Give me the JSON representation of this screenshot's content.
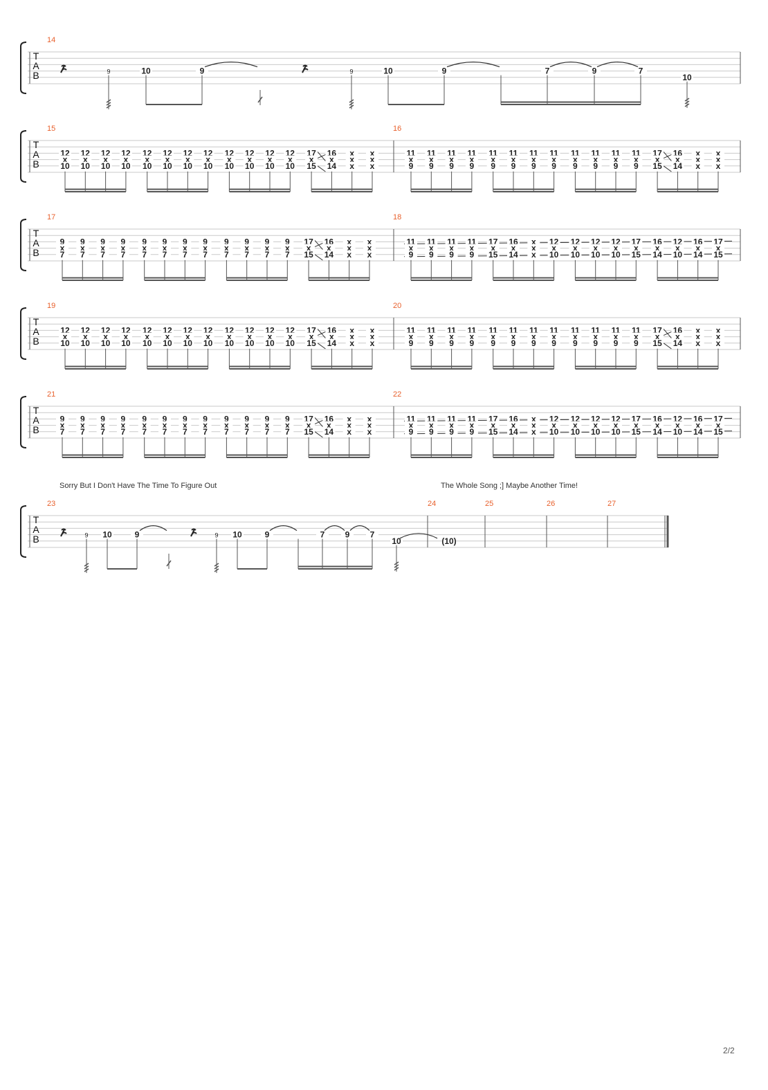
{
  "page": {
    "number": "2/2"
  },
  "clef_letters": [
    "T",
    "A",
    "B"
  ],
  "lyrics": {
    "line1": "Sorry But I Don't Have The Time To Figure Out",
    "line2": "The Whole Song ;]  Maybe Another Time!"
  },
  "systems": [
    {
      "bars": [
        {
          "number": "14",
          "notes": [
            {
              "beat": 0,
              "type": "rest"
            },
            {
              "beat": 1,
              "frets": [
                [
                  3,
                  "9",
                  "small"
                ]
              ],
              "stem": "trem"
            },
            {
              "beat": 2,
              "frets": [
                [
                  3,
                  "10"
                ]
              ]
            },
            {
              "beat": 3,
              "frets": [
                [
                  3,
                  "9"
                ]
              ]
            },
            {
              "beat": 4,
              "type": "flag"
            },
            {
              "beat": 5,
              "type": "rest"
            },
            {
              "beat": 6,
              "frets": [
                [
                  3,
                  "9",
                  "small"
                ]
              ],
              "stem": "trem"
            },
            {
              "beat": 7,
              "frets": [
                [
                  3,
                  "10"
                ]
              ]
            },
            {
              "beat": 8,
              "frets": [
                [
                  3,
                  "9"
                ]
              ]
            },
            {
              "beat": 9,
              "frets": [
                [
                  3,
                  "7"
                ]
              ]
            },
            {
              "beat": 10,
              "frets": [
                [
                  3,
                  "9"
                ]
              ]
            },
            {
              "beat": 11,
              "frets": [
                [
                  3,
                  "7"
                ]
              ]
            },
            {
              "beat": 12,
              "frets": [
                [
                  4,
                  "10"
                ]
              ],
              "stem": "trem"
            }
          ],
          "ties": [
            [
              3,
              4
            ],
            [
              8,
              9
            ],
            [
              9,
              10
            ],
            [
              10,
              11
            ]
          ]
        }
      ]
    },
    {
      "bars": [
        {
          "number": "15",
          "pattern": "A",
          "low": "10",
          "high": "12",
          "mid": "x"
        },
        {
          "number": "16",
          "pattern": "A",
          "low": "9",
          "high": "11",
          "mid": "x"
        }
      ]
    },
    {
      "bars": [
        {
          "number": "17",
          "pattern": "A",
          "low": "7",
          "high": "9",
          "mid": "x"
        },
        {
          "number": "18",
          "pattern": "B"
        }
      ]
    },
    {
      "bars": [
        {
          "number": "19",
          "pattern": "A",
          "low": "10",
          "high": "12",
          "mid": "x"
        },
        {
          "number": "20",
          "pattern": "A",
          "low": "9",
          "high": "11",
          "mid": "x"
        }
      ]
    },
    {
      "bars": [
        {
          "number": "21",
          "pattern": "A",
          "low": "7",
          "high": "9",
          "mid": "x"
        },
        {
          "number": "22",
          "pattern": "B"
        }
      ]
    },
    {
      "bars": [
        {
          "number": "23"
        },
        {
          "number": "24",
          "frets": "(10)"
        },
        {
          "number": "25"
        },
        {
          "number": "26"
        },
        {
          "number": "27"
        }
      ]
    }
  ],
  "pattern_endings": {
    "slide_from": "17",
    "slide_to": "16",
    "slide_low_from": "15",
    "slide_low_to": "14",
    "mute": "x"
  },
  "bar18": {
    "first": [
      "11",
      "x",
      "9"
    ],
    "second_a": [
      "17",
      "x",
      "15"
    ],
    "second_b": [
      "16",
      "x",
      "14"
    ],
    "third": [
      "12",
      "x",
      "10"
    ],
    "end_a": [
      "17",
      "x",
      "15"
    ],
    "end_b": [
      "16",
      "x",
      "14"
    ],
    "end_c": [
      "12",
      "x",
      "10"
    ],
    "end_d": [
      "16",
      "x",
      "14"
    ],
    "end_e": [
      "17",
      "x",
      "15"
    ]
  },
  "bar23": {
    "frets": [
      "9",
      "10",
      "9",
      "9",
      "10",
      "9",
      "7",
      "9",
      "7",
      "10"
    ]
  }
}
